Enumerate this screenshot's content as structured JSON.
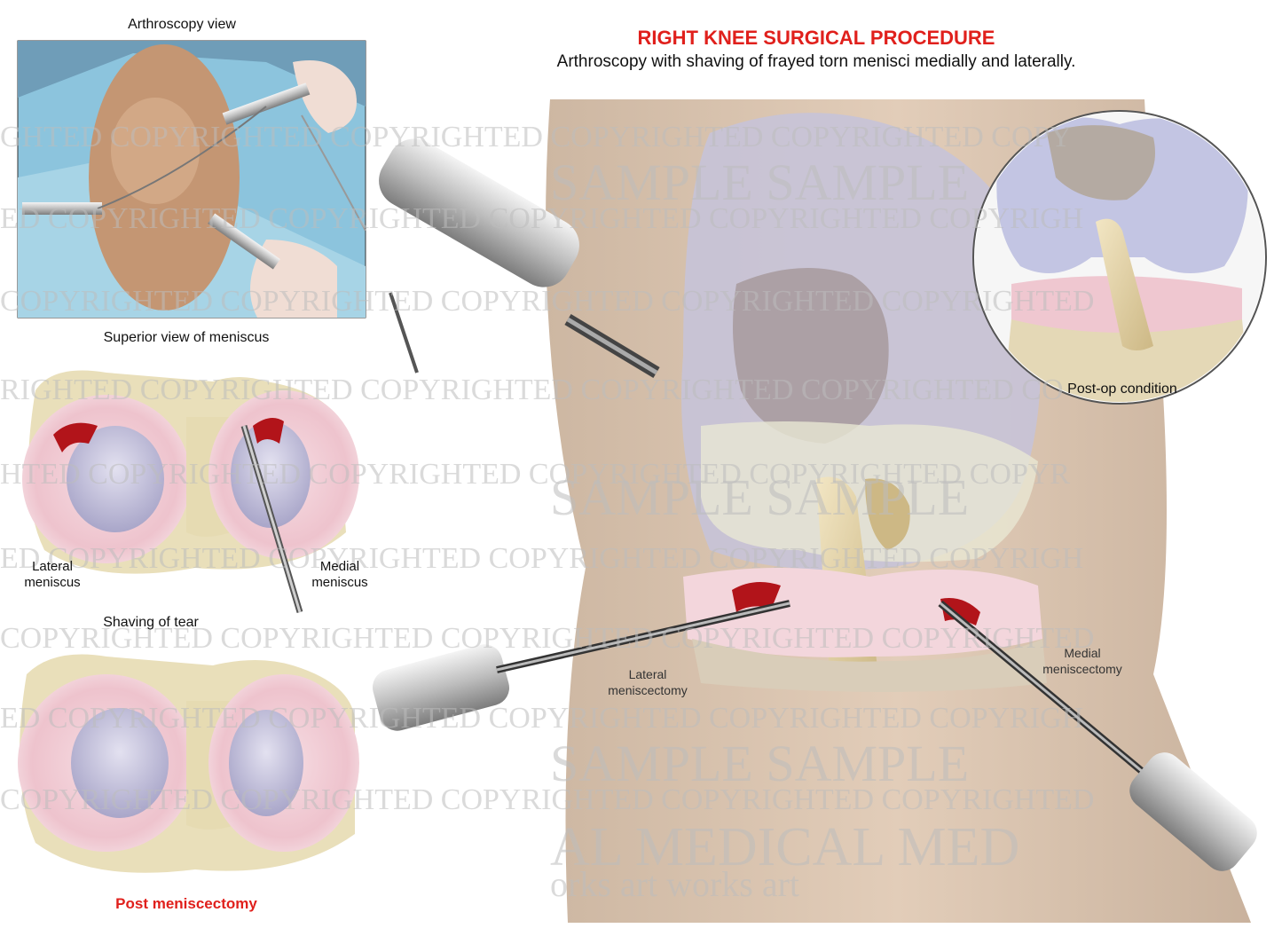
{
  "header": {
    "title": "RIGHT KNEE SURGICAL PROCEDURE",
    "subtitle": "Arthroscopy with shaving of frayed torn menisci medially and laterally."
  },
  "panels": {
    "arthroscopy_view": "Arthroscopy view",
    "superior_view": "Superior view of meniscus",
    "lateral_meniscus": "Lateral meniscus",
    "medial_meniscus": "Medial meniscus",
    "shaving_of_tear": "Shaving of tear",
    "post_meniscectomy": "Post meniscectomy"
  },
  "main": {
    "lateral_meniscectomy": "Lateral meniscectomy",
    "medial_meniscectomy": "Medial meniscectomy",
    "post_op_condition": "Post-op condition"
  },
  "watermark": {
    "copyrighted": "COPYRIGHTED",
    "sample": "SAMPLE",
    "medical": "MEDICAL",
    "artworks": "art works"
  },
  "colors": {
    "accent_red": "#e0201c",
    "meniscus_pink": "#f2cfd6",
    "bone_cream": "#e8dcb4",
    "cartilage_lavender": "#c9c6e0",
    "skin": "#d9c3ae"
  }
}
